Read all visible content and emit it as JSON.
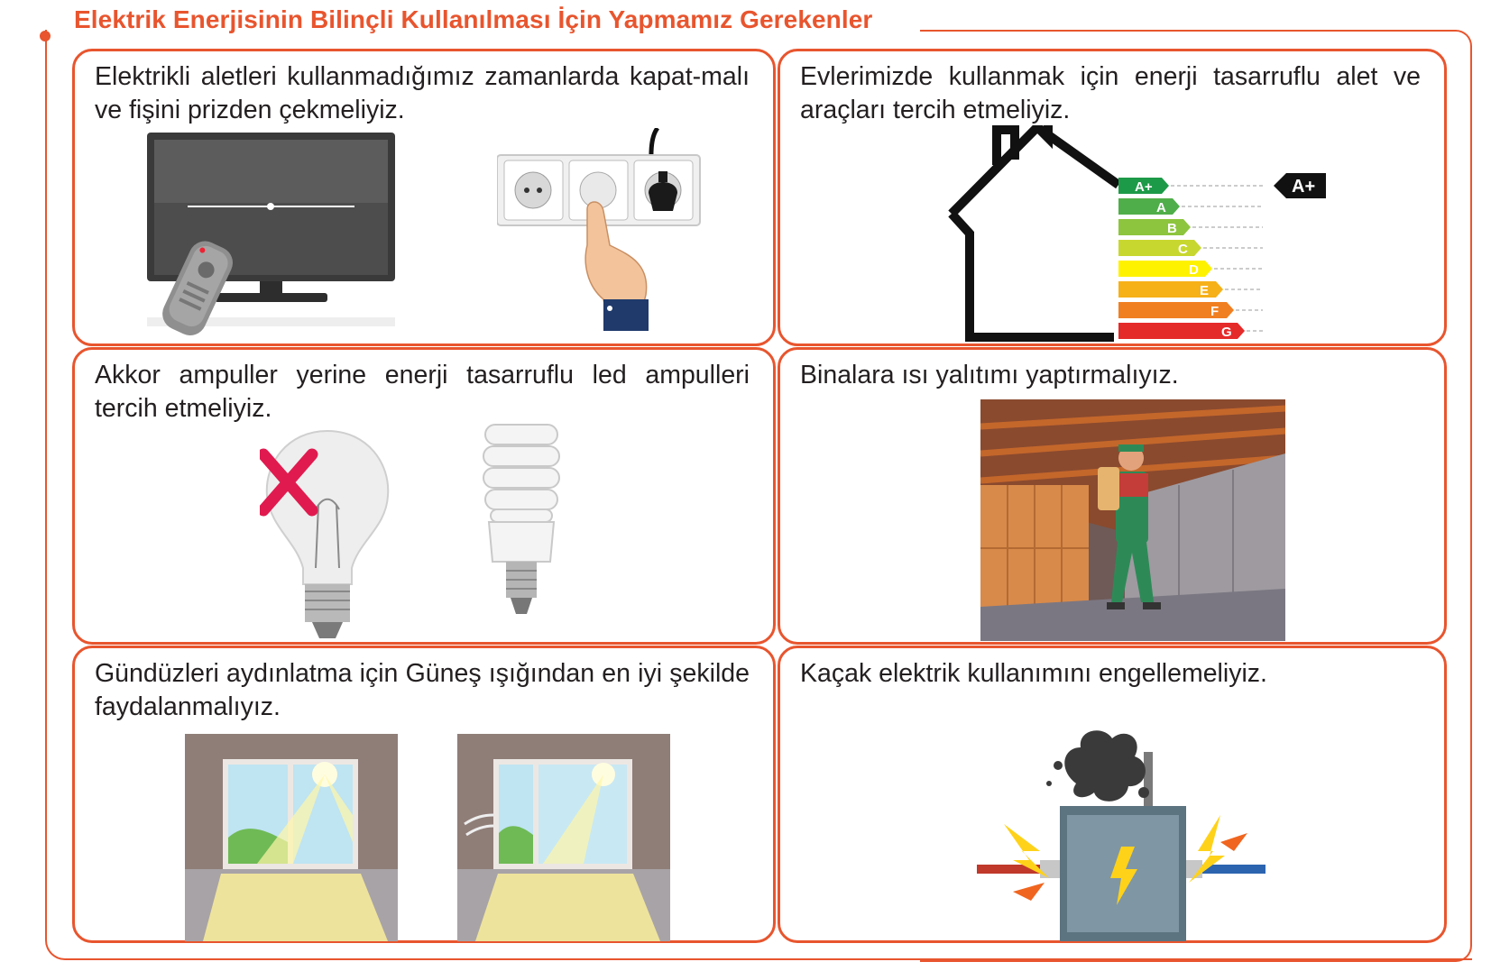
{
  "title": "Elektrik Enerjisinin Bilinçli Kullanılması İçin Yapmamız Gerekenler",
  "colors": {
    "accent": "#e8552e"
  },
  "cards": [
    {
      "text": "Elektrikli aletleri kullanmadığımız zamanlarda kapat-malı ve fişini prizden çekmeliyiz.",
      "illustration": "tv-remote-and-wall-socket-unplug"
    },
    {
      "text": "Evlerimizde kullanmak için enerji tasarruflu alet ve araçları tercih etmeliyiz.",
      "illustration": "house-energy-label"
    },
    {
      "text": "Akkor ampuller yerine enerji tasarruflu led ampulleri tercih etmeliyiz.",
      "illustration": "incandescent-bulb-crossed-and-saving-bulb"
    },
    {
      "text": "Binalara ısı yalıtımı yaptırmalıyız.",
      "illustration": "worker-insulating-attic"
    },
    {
      "text": "Gündüzleri aydınlatma için Güneş ışığından en iyi şekilde faydalanmalıyız.",
      "illustration": "sunlit-windows"
    },
    {
      "text": "Kaçak elektrik kullanımını engellemeliyiz.",
      "illustration": "smoking-electric-box"
    }
  ],
  "energy_label": {
    "classes": [
      "A+",
      "A",
      "B",
      "C",
      "D",
      "E",
      "F",
      "G"
    ],
    "rating": "A+",
    "class_colors": [
      "#1d9a48",
      "#4fae4a",
      "#8dc53e",
      "#c8d730",
      "#fff200",
      "#f6b119",
      "#f07f22",
      "#e52a2a"
    ]
  }
}
